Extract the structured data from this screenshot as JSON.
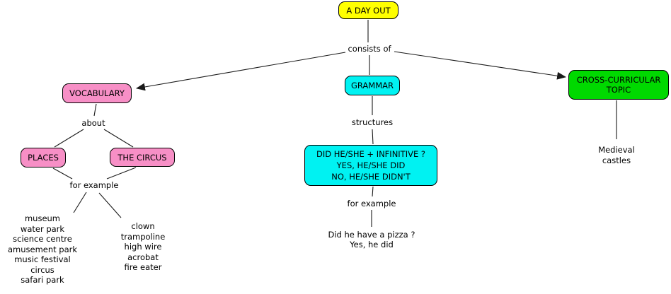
{
  "diagram": {
    "title": "A DAY OUT concept map",
    "colors": {
      "yellow": "#ffff00",
      "pink": "#f78fc6",
      "cyan": "#00f2f2",
      "green": "#00d900",
      "line": "#1a1a1a"
    },
    "nodes": {
      "day_out": {
        "label": "A DAY OUT"
      },
      "vocabulary": {
        "label": "VOCABULARY"
      },
      "grammar": {
        "label": "GRAMMAR"
      },
      "cross_curricular": {
        "label": "CROSS-CURRICULAR TOPIC"
      },
      "places": {
        "label": "PLACES"
      },
      "the_circus": {
        "label": "THE CIRCUS"
      },
      "structure_box": {
        "lines": [
          "DID HE/SHE + INFINITIVE ?",
          "YES, HE/SHE DID",
          "NO, HE/SHE DIDN'T"
        ]
      }
    },
    "connectors": {
      "consists_of": "consists of",
      "about": "about",
      "for_example_left": "for example",
      "structures": "structures",
      "for_example_mid": "for example"
    },
    "leaves": {
      "places_examples": [
        "museum",
        "water park",
        "science centre",
        "amusement park",
        "music festival",
        "circus",
        "safari park"
      ],
      "circus_examples": [
        "clown",
        "trampoline",
        "high wire",
        "acrobat",
        "fire eater"
      ],
      "grammar_example": [
        "Did he have a pizza ?",
        "Yes, he did"
      ],
      "topic_example": "Medieval castles"
    }
  }
}
